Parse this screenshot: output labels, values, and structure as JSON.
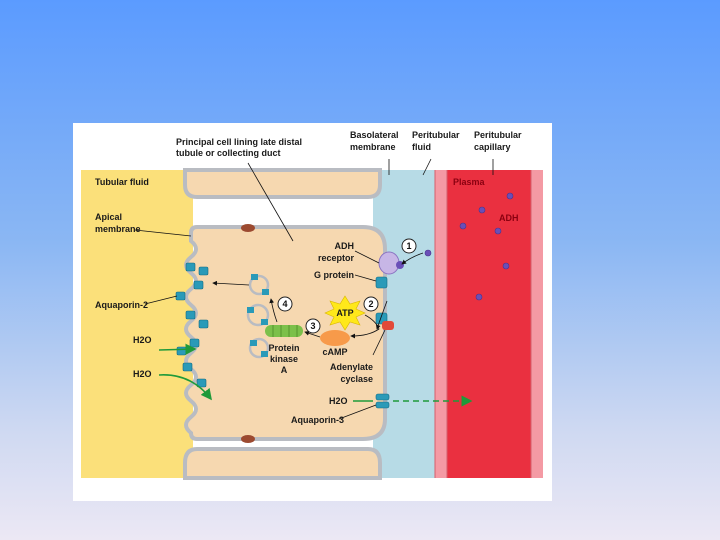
{
  "labels": {
    "principal_cell_line1": "Principal cell lining late distal",
    "principal_cell_line2": "tubule or collecting duct",
    "basolateral_line1": "Basolateral",
    "basolateral_line2": "membrane",
    "peritubular_fluid_line1": "Peritubular",
    "peritubular_fluid_line2": "fluid",
    "peritubular_capillary_line1": "Peritubular",
    "peritubular_capillary_line2": "capillary",
    "tubular_fluid": "Tubular fluid",
    "plasma": "Plasma",
    "adh_plasma": "ADH",
    "apical_line1": "Apical",
    "apical_line2": "membrane",
    "adh_receptor_line1": "ADH",
    "adh_receptor_line2": "receptor",
    "g_protein": "G protein",
    "aquaporin2": "Aquaporin-2",
    "atp": "ATP",
    "h2o_top": "H2O",
    "h2o_bottom": "H2O",
    "h2o_basolateral": "H2O",
    "protein_kinase_line1": "Protein",
    "protein_kinase_line2": "kinase",
    "protein_kinase_line3": "A",
    "camp": "cAMP",
    "adenylate_line1": "Adenylate",
    "adenylate_line2": "cyclase",
    "aquaporin3": "Aquaporin-3"
  },
  "steps": [
    "1",
    "2",
    "3",
    "4"
  ],
  "colors": {
    "tubular_fluid": "#fbe07a",
    "cell": "#f6d8b0",
    "membrane": "#b9bcc2",
    "peritubular_fluid": "#b7dbe6",
    "capillary_wall": "#f49aa4",
    "plasma": "#ea3040",
    "aquaporin": "#2a9ab8",
    "adh": "#6a4fb8",
    "atp": "#ffe81a",
    "camp": "#f79a4a",
    "protein_kinase": "#7cc04a",
    "arrow_green": "#1f9a3a"
  }
}
